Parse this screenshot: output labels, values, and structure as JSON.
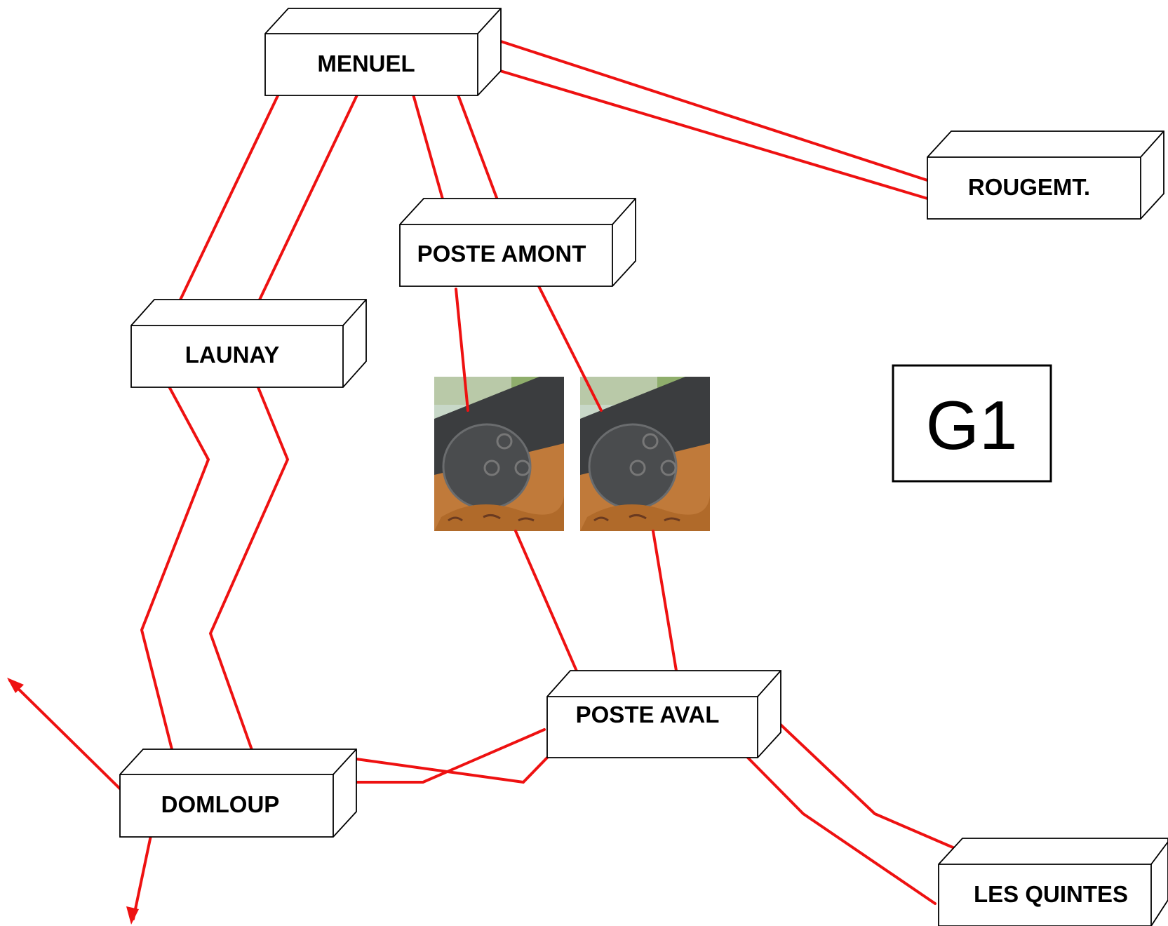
{
  "substations": {
    "menuel": "MENUEL",
    "rougemont": "ROUGEMT.",
    "poste_amont": "POSTE AMONT",
    "launay": "LAUNAY",
    "poste_aval": "POSTE AVAL",
    "domloup": "DOMLOUP",
    "les_quintes": "LES QUINTES"
  },
  "group_label": "G1",
  "colors": {
    "line": "#ee1111",
    "box_stroke": "#000000",
    "tower": "#111111"
  },
  "icons": {
    "pylon": "transmission-tower-icon",
    "cable": "underground-cable-icon",
    "arrow": "outgoing-line-arrow-icon"
  }
}
